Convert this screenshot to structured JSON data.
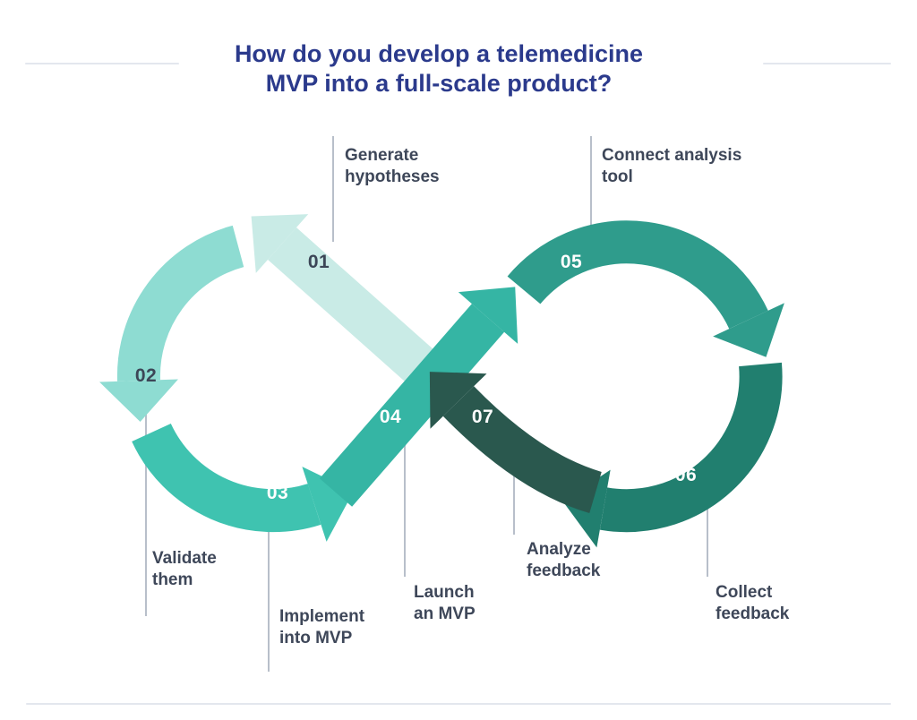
{
  "title": "How do you develop a telemedicine MVP into a full-scale product?",
  "title_lines": [
    "How do you develop a telemedicine",
    "MVP into a full-scale product?"
  ],
  "steps": [
    {
      "number": "01",
      "label": "Generate hypotheses",
      "label_lines": [
        "Generate",
        "hypotheses"
      ],
      "color": "#c9ebe6",
      "number_color": "#3c4657"
    },
    {
      "number": "02",
      "label": "Validate them",
      "label_lines": [
        "Validate",
        "them"
      ],
      "color": "#8edcd2",
      "number_color": "#3c4657"
    },
    {
      "number": "03",
      "label": "Implement into MVP",
      "label_lines": [
        "Implement",
        "into MVP"
      ],
      "color": "#3fc3b0",
      "number_color": "#ffffff"
    },
    {
      "number": "04",
      "label": "Launch an MVP",
      "label_lines": [
        "Launch",
        "an MVP"
      ],
      "color": "#35b5a4",
      "number_color": "#ffffff"
    },
    {
      "number": "05",
      "label": "Connect analysis tool",
      "label_lines": [
        "Connect analysis",
        "tool"
      ],
      "color": "#2f9c8c",
      "number_color": "#ffffff"
    },
    {
      "number": "06",
      "label": "Collect feedback",
      "label_lines": [
        "Collect",
        "feedback"
      ],
      "color": "#217f6f",
      "number_color": "#ffffff"
    },
    {
      "number": "07",
      "label": "Analyze feedback",
      "label_lines": [
        "Analyze",
        "feedback"
      ],
      "color": "#2a584e",
      "number_color": "#ffffff"
    }
  ],
  "colors": {
    "title": "#2b3a8c",
    "label": "#3e4759",
    "connector": "#b8bfca",
    "rule": "#e3e7ee"
  }
}
